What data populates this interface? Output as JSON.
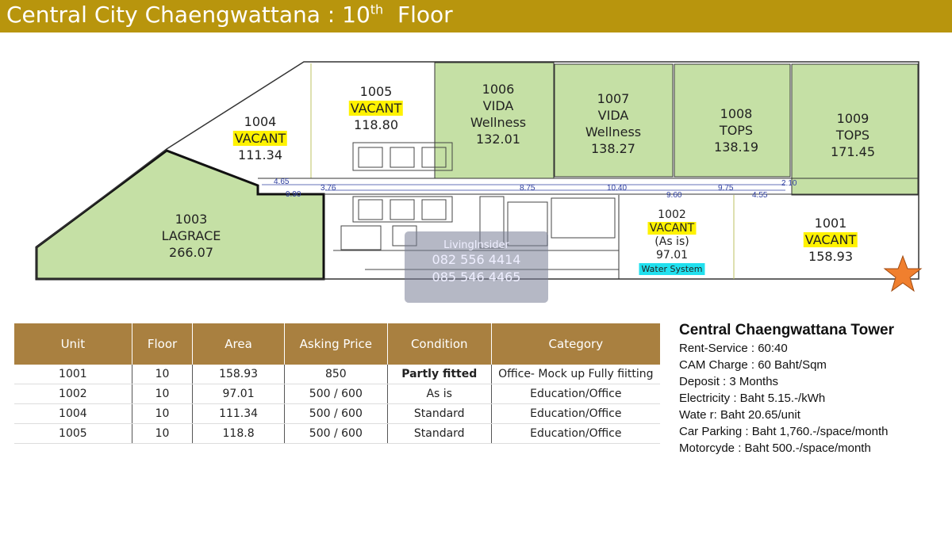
{
  "title": {
    "main": "Central City Chaengwattana : 10",
    "sup": "th",
    "tail": "Floor"
  },
  "units": [
    {
      "id": "1004",
      "status": "VACANT",
      "area": "111.34"
    },
    {
      "id": "1005",
      "status": "VACANT",
      "area": "118.80"
    },
    {
      "id": "1006",
      "tenant": "VIDA",
      "tenant2": "Wellness",
      "area": "132.01"
    },
    {
      "id": "1007",
      "tenant": "VIDA",
      "tenant2": "Wellness",
      "area": "138.27"
    },
    {
      "id": "1008",
      "tenant": "TOPS",
      "area": "138.19"
    },
    {
      "id": "1009",
      "tenant": "TOPS",
      "area": "171.45"
    },
    {
      "id": "1003",
      "tenant": "LAGRACE",
      "area": "266.07"
    },
    {
      "id": "1002",
      "status": "VACANT",
      "note": "(As is)",
      "area": "97.01",
      "tag": "Water System"
    },
    {
      "id": "1001",
      "status": "VACANT",
      "area": "158.93"
    }
  ],
  "dimensions": [
    "4.65",
    "3.76",
    "9.90",
    "8.75",
    "10.40",
    "9.60",
    "9.75",
    "4.55",
    "2.10"
  ],
  "watermark": {
    "brand": "LivingInsider",
    "phone1": "082 556 4414",
    "phone2": "085 546 4465"
  },
  "colors": {
    "banner": "#b8950d",
    "leased": "#c5e0a5",
    "vacant_highlight": "#fff200",
    "table_header": "#a98040",
    "marker": "#f07f2e"
  },
  "table": {
    "headers": [
      "Unit",
      "Floor",
      "Area",
      "Asking Price",
      "Condition",
      "Category"
    ],
    "rows": [
      [
        "1001",
        "10",
        "158.93",
        "850",
        "Partly fitted",
        "Office- Mock up Fully fiitting"
      ],
      [
        "1002",
        "10",
        "97.01",
        "500 / 600",
        "As is",
        "Education/Office"
      ],
      [
        "1004",
        "10",
        "111.34",
        "500 / 600",
        "Standard",
        "Education/Office"
      ],
      [
        "1005",
        "10",
        "118.8",
        "500 / 600",
        "Standard",
        "Education/Office"
      ]
    ]
  },
  "info": {
    "title": "Central Chaengwattana Tower",
    "lines": [
      "Rent-Service :  60:40",
      "CAM Charge : 60 Baht/Sqm",
      "Deposit  :  3 Months",
      "Electricity : Baht 5.15.-/kWh",
      "Wate r: Baht 20.65/unit",
      "Car Parking : Baht 1,760.-/space/month",
      "Motorcyde : Baht 500.-/space/month"
    ]
  }
}
